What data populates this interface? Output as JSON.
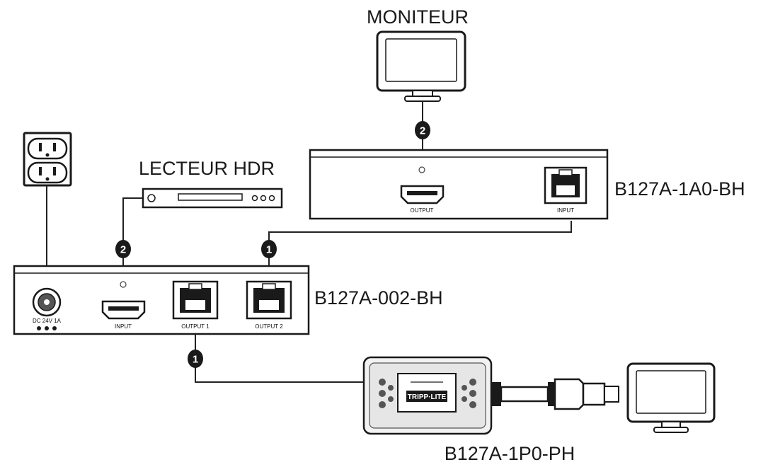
{
  "labels": {
    "monitor": "MONITEUR",
    "hdr_player": "LECTEUR HDR",
    "receiver_model": "B127A-1A0-BH",
    "splitter_model": "B127A-002-BH",
    "receiver_pod_model": "B127A-1P0-PH"
  },
  "ports": {
    "receiver_output": "OUTPUT",
    "receiver_input": "INPUT",
    "splitter_power": "DC 24V 1A",
    "splitter_input": "INPUT",
    "splitter_output_1": "OUTPUT 1",
    "splitter_output_2": "OUTPUT 2"
  },
  "pod": {
    "brand": "TRIPP·LITE"
  },
  "markers": {
    "cable_hdmi": "2",
    "cable_ethernet": "1"
  }
}
